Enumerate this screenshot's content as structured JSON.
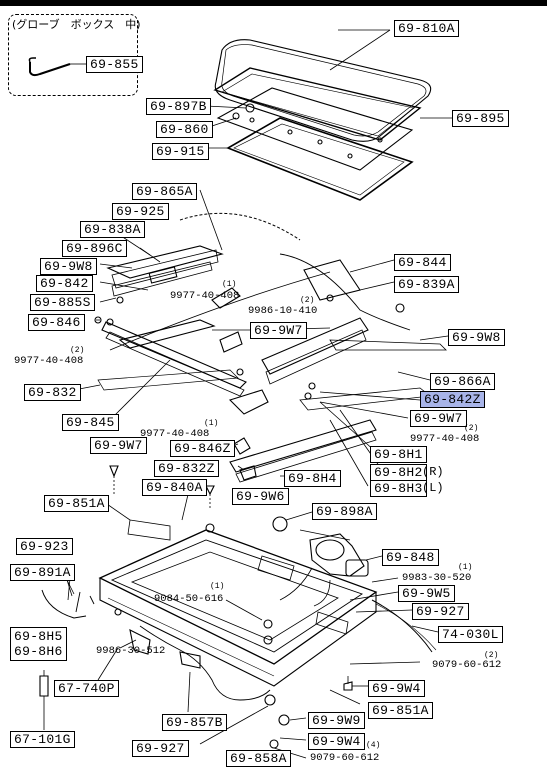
{
  "inset": {
    "title": "(グローブ　ボックス　中)",
    "part": "69-855"
  },
  "labels": {
    "l_810A": "69-810A",
    "l_895": "69-895",
    "l_897B": "69-897B",
    "l_860": "69-860",
    "l_915": "69-915",
    "l_865A": "69-865A",
    "l_925": "69-925",
    "l_838A": "69-838A",
    "l_896C": "69-896C",
    "l_9W8a": "69-9W8",
    "l_842": "69-842",
    "l_885S": "69-885S",
    "l_846": "69-846",
    "l_844": "69-844",
    "l_839A": "69-839A",
    "l_9W7a": "69-9W7",
    "l_9W8b": "69-9W8",
    "l_832": "69-832",
    "l_866A": "69-866A",
    "l_842Z": "69-842Z",
    "l_845": "69-845",
    "l_9W7b": "69-9W7",
    "l_9W7c": "69-9W7",
    "l_846Z": "69-846Z",
    "l_8H1": "69-8H1",
    "l_832Z": "69-832Z",
    "l_8H4": "69-8H4",
    "l_8H2": "69-8H2",
    "l_8H3": "69-8H3",
    "l_840A": "69-840A",
    "l_9W6": "69-9W6",
    "l_851Aa": "69-851A",
    "l_898A": "69-898A",
    "l_923": "69-923",
    "l_891A": "69-891A",
    "l_848": "69-848",
    "l_9W5": "69-9W5",
    "l_927a": "69-927",
    "l_8H5": "69-8H5",
    "l_8H6": "69-8H6",
    "l_030L": "74-030L",
    "l_740P": "67-740P",
    "l_9W4a": "69-9W4",
    "l_857B": "69-857B",
    "l_9W9": "69-9W9",
    "l_851Ab": "69-851A",
    "l_101G": "67-101G",
    "l_927b": "69-927",
    "l_9W4b": "69-9W4",
    "l_858A": "69-858A"
  },
  "suffix": {
    "r": "(R)",
    "l": "(L)"
  },
  "numbers": {
    "n1": "9977-40-408",
    "n2": "9986-10-410",
    "n3": "9977-40-408",
    "n4": "9977-40-408",
    "n5": "9977-40-408",
    "n6": "9983-30-520",
    "n7": "9084-50-616",
    "n8": "9986-30-512",
    "n9": "9079-60-612",
    "n10": "9079-60-612"
  },
  "qty": {
    "q1": "(1)",
    "q2": "(2)",
    "q3": "(2)",
    "q4": "(1)",
    "q5": "(2)",
    "q6": "(1)",
    "q7": "(1)",
    "q8": "(2)",
    "q9": "(4)"
  },
  "colors": {
    "highlight": "#a8b4e8",
    "ink": "#000000"
  }
}
